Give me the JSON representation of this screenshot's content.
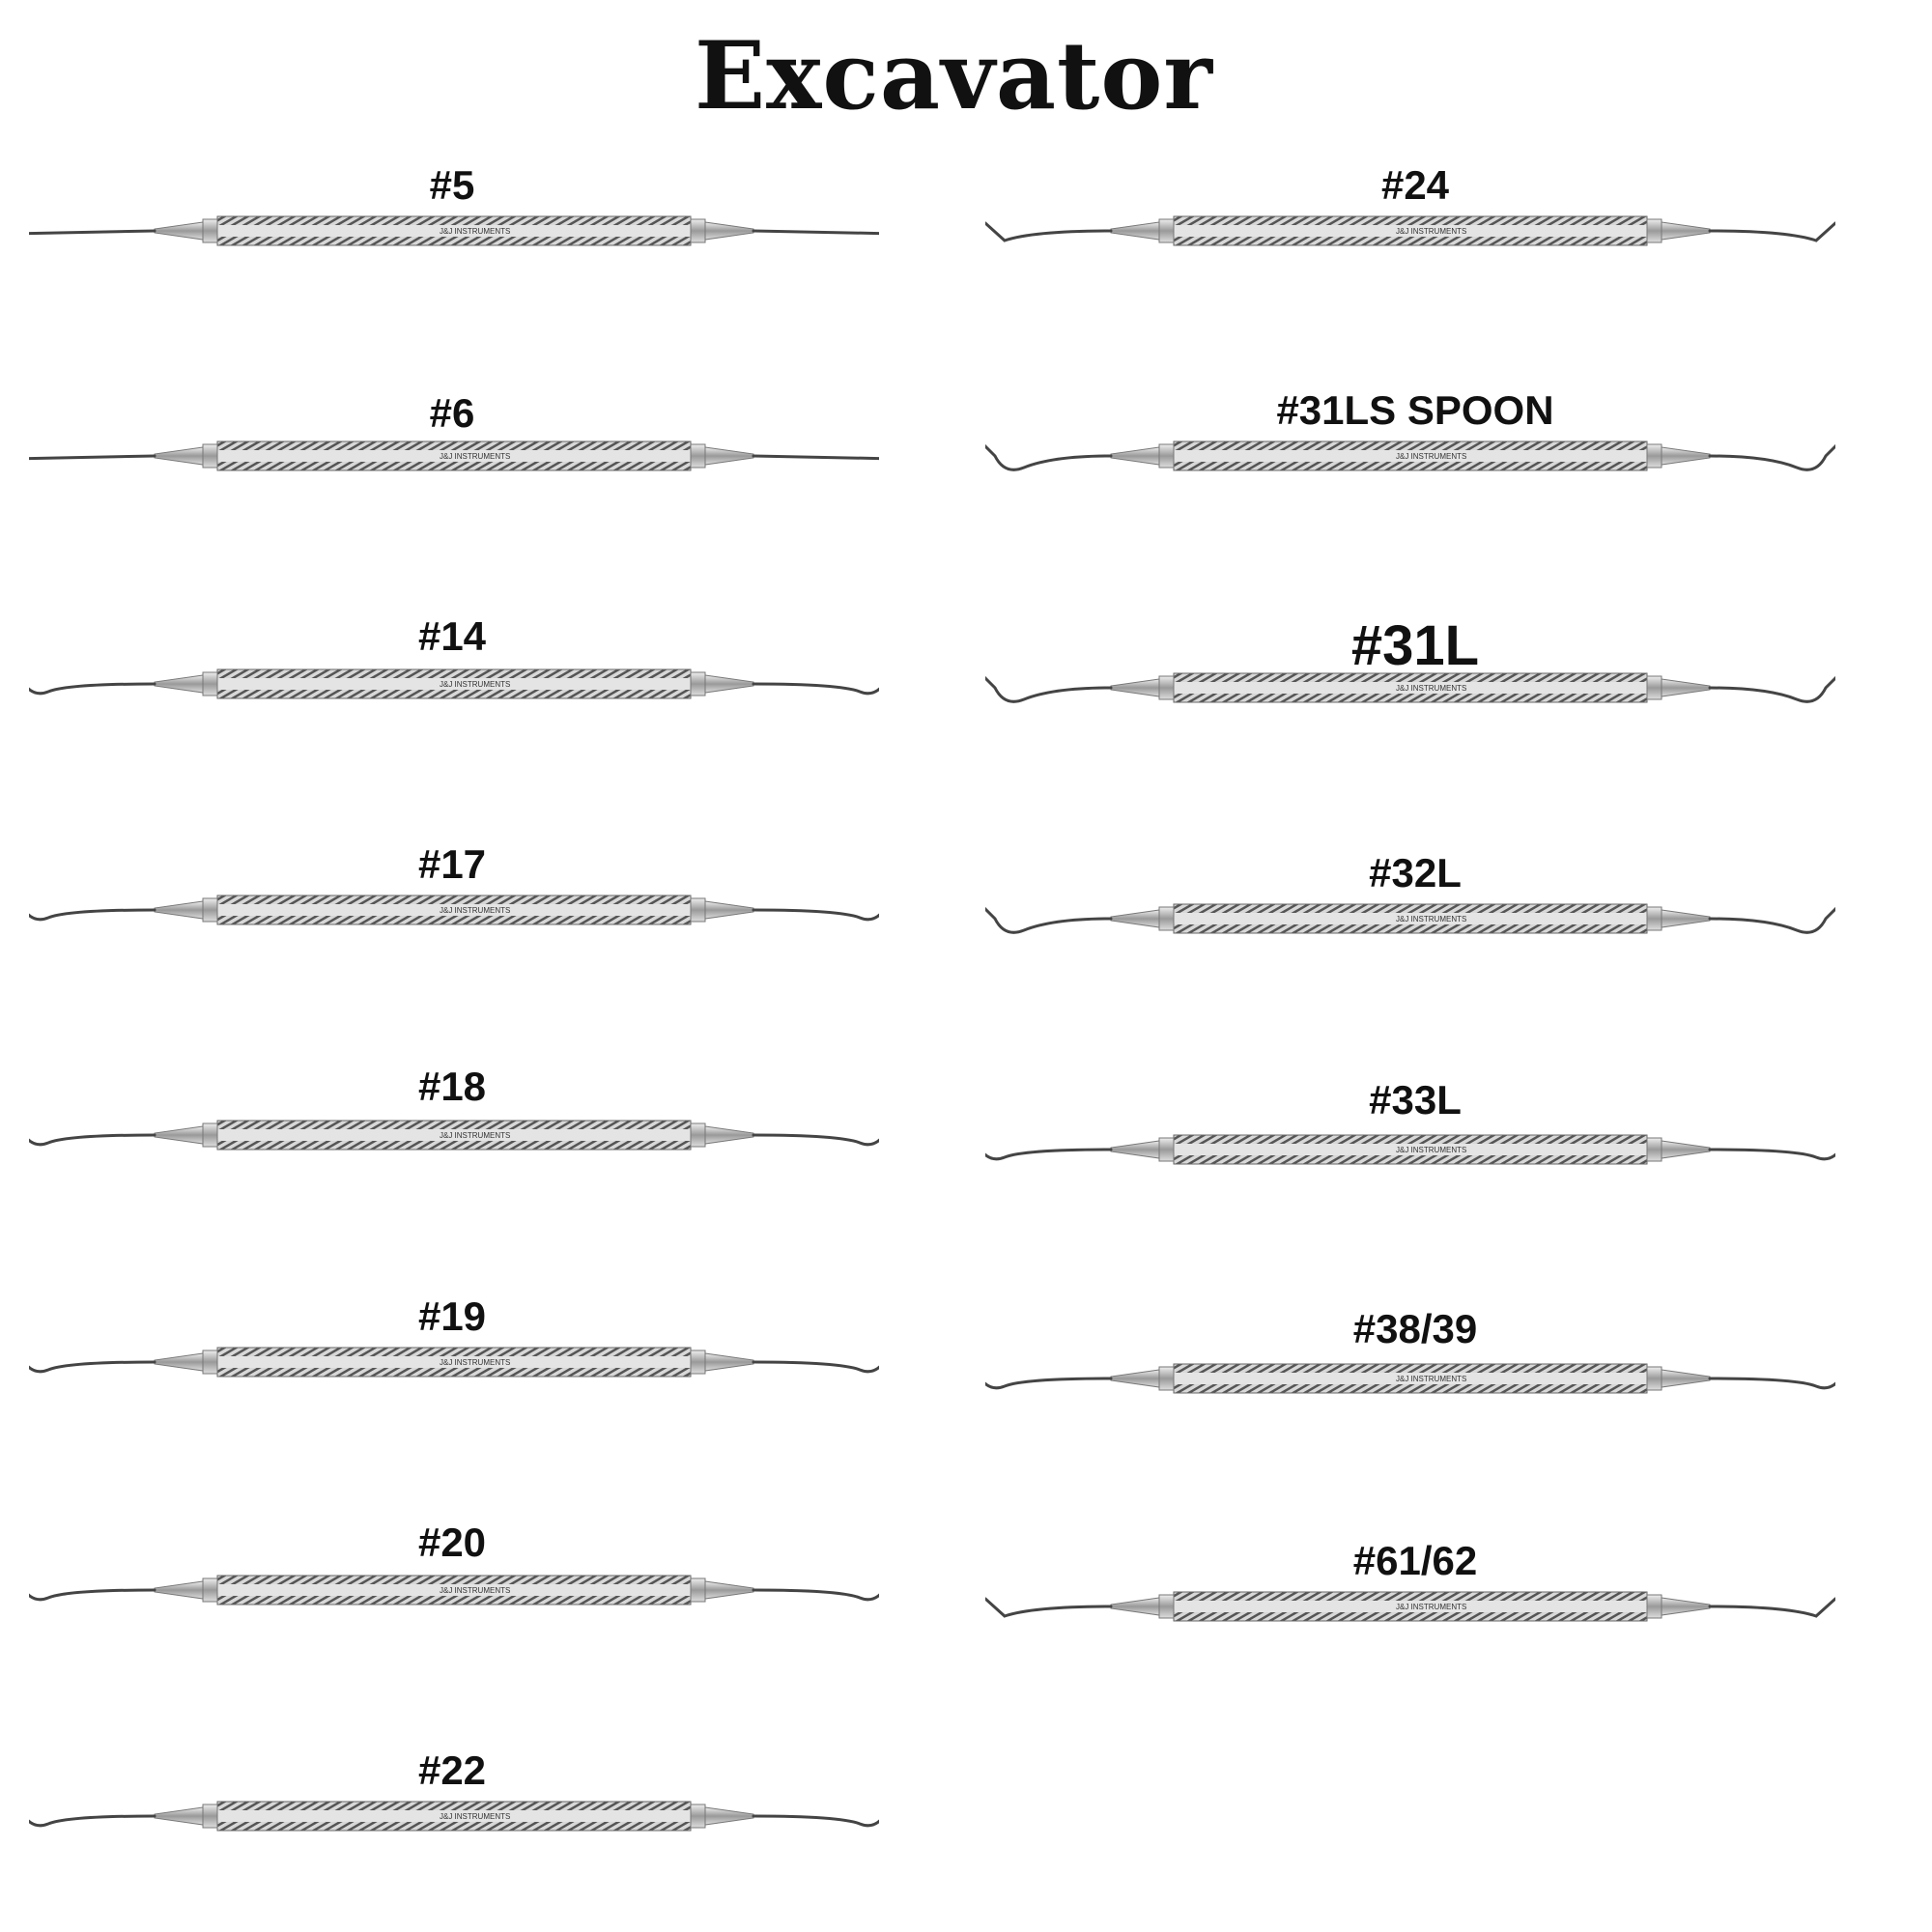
{
  "title": "Excavator",
  "brand": "J&J INSTRUMENTS",
  "left_column": [
    {
      "label": "#5",
      "tip": "hook"
    },
    {
      "label": "#6",
      "tip": "hook"
    },
    {
      "label": "#14",
      "tip": "spoon"
    },
    {
      "label": "#17",
      "tip": "spoon"
    },
    {
      "label": "#18",
      "tip": "spoon"
    },
    {
      "label": "#19",
      "tip": "spoon"
    },
    {
      "label": "#20",
      "tip": "spoon"
    },
    {
      "label": "#22",
      "tip": "spoon"
    }
  ],
  "right_column": [
    {
      "label": "#24",
      "tip": "angled"
    },
    {
      "label": "#31LS SPOON",
      "tip": "long"
    },
    {
      "label": "#31L",
      "tip": "long"
    },
    {
      "label": "#32L",
      "tip": "long"
    },
    {
      "label": "#33L",
      "tip": "spoon"
    },
    {
      "label": "#38/39",
      "tip": "spoon"
    },
    {
      "label": "#61/62",
      "tip": "angled"
    }
  ]
}
